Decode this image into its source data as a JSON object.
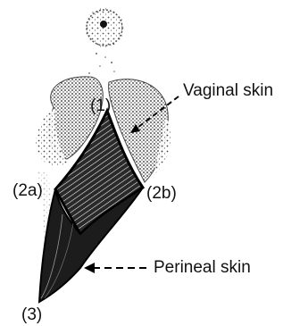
{
  "labels": {
    "point_1": "(1)",
    "point_2a": "(2a)",
    "point_2b": "(2b)",
    "point_3": "(3)",
    "vaginal_skin": "Vaginal skin",
    "perineal_skin": "Perineal skin"
  }
}
